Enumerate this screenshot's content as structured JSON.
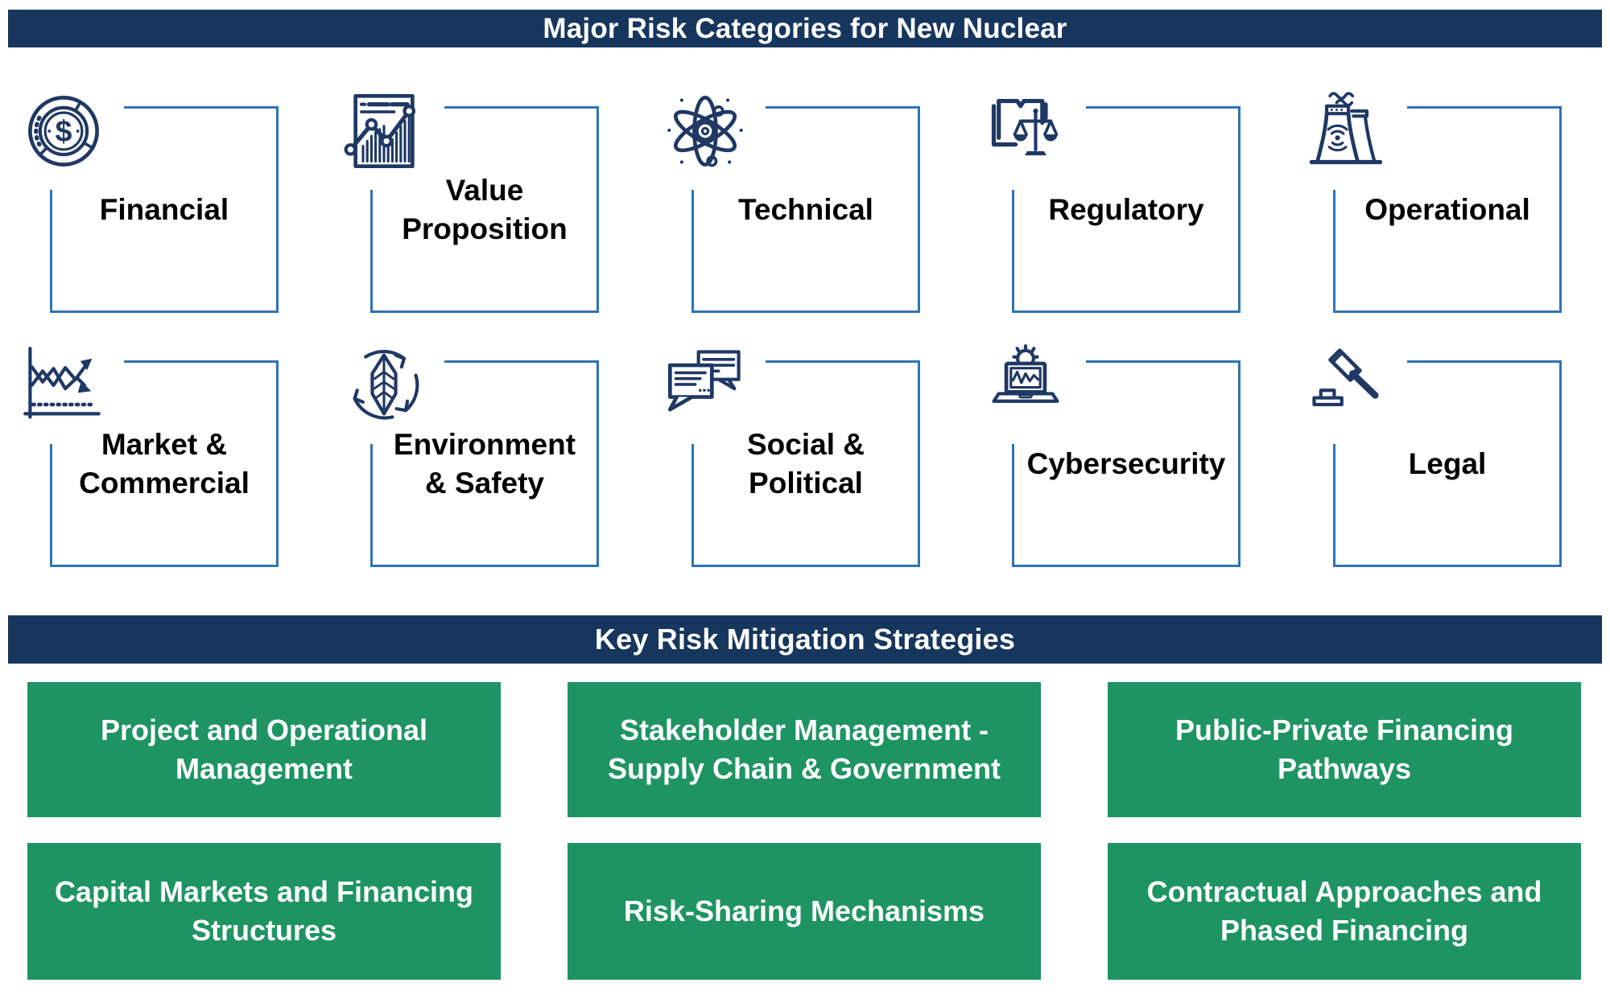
{
  "colors": {
    "banner-bg": "#17365d",
    "banner-text": "#ffffff",
    "box-border": "#2e74b5",
    "icon-stroke": "#1f3864",
    "category-text": "#000000",
    "strategy-bg": "#1e9463",
    "strategy-text": "#ffffff",
    "page-bg": "#ffffff"
  },
  "banners": {
    "risk_categories": "Major Risk Categories for New Nuclear",
    "mitigation": "Key Risk Mitigation Strategies"
  },
  "risk_categories": {
    "items": [
      {
        "label": "Financial",
        "icon": "coin-dollar-icon"
      },
      {
        "label": [
          "Value",
          "Proposition"
        ],
        "icon": "report-chart-icon"
      },
      {
        "label": "Technical",
        "icon": "atom-icon"
      },
      {
        "label": "Regulatory",
        "icon": "book-scales-icon"
      },
      {
        "label": "Operational",
        "icon": "cooling-towers-icon"
      },
      {
        "label": [
          "Market &",
          "Commercial"
        ],
        "icon": "market-trends-icon"
      },
      {
        "label": [
          "Environment",
          "& Safety"
        ],
        "icon": "leaf-cycle-icon"
      },
      {
        "label": [
          "Social &",
          "Political"
        ],
        "icon": "speech-bubbles-icon"
      },
      {
        "label": "Cybersecurity",
        "icon": "laptop-gear-icon"
      },
      {
        "label": "Legal",
        "icon": "gavel-icon"
      }
    ]
  },
  "strategies": {
    "items": [
      {
        "label": [
          "Project and Operational",
          "Management"
        ]
      },
      {
        "label": [
          "Stakeholder Management -",
          "Supply Chain & Government"
        ]
      },
      {
        "label": [
          "Public-Private Financing",
          "Pathways"
        ]
      },
      {
        "label": [
          "Capital Markets and Financing",
          "Structures"
        ]
      },
      {
        "label": "Risk-Sharing Mechanisms"
      },
      {
        "label": [
          "Contractual Approaches and",
          "Phased Financing"
        ]
      }
    ]
  }
}
